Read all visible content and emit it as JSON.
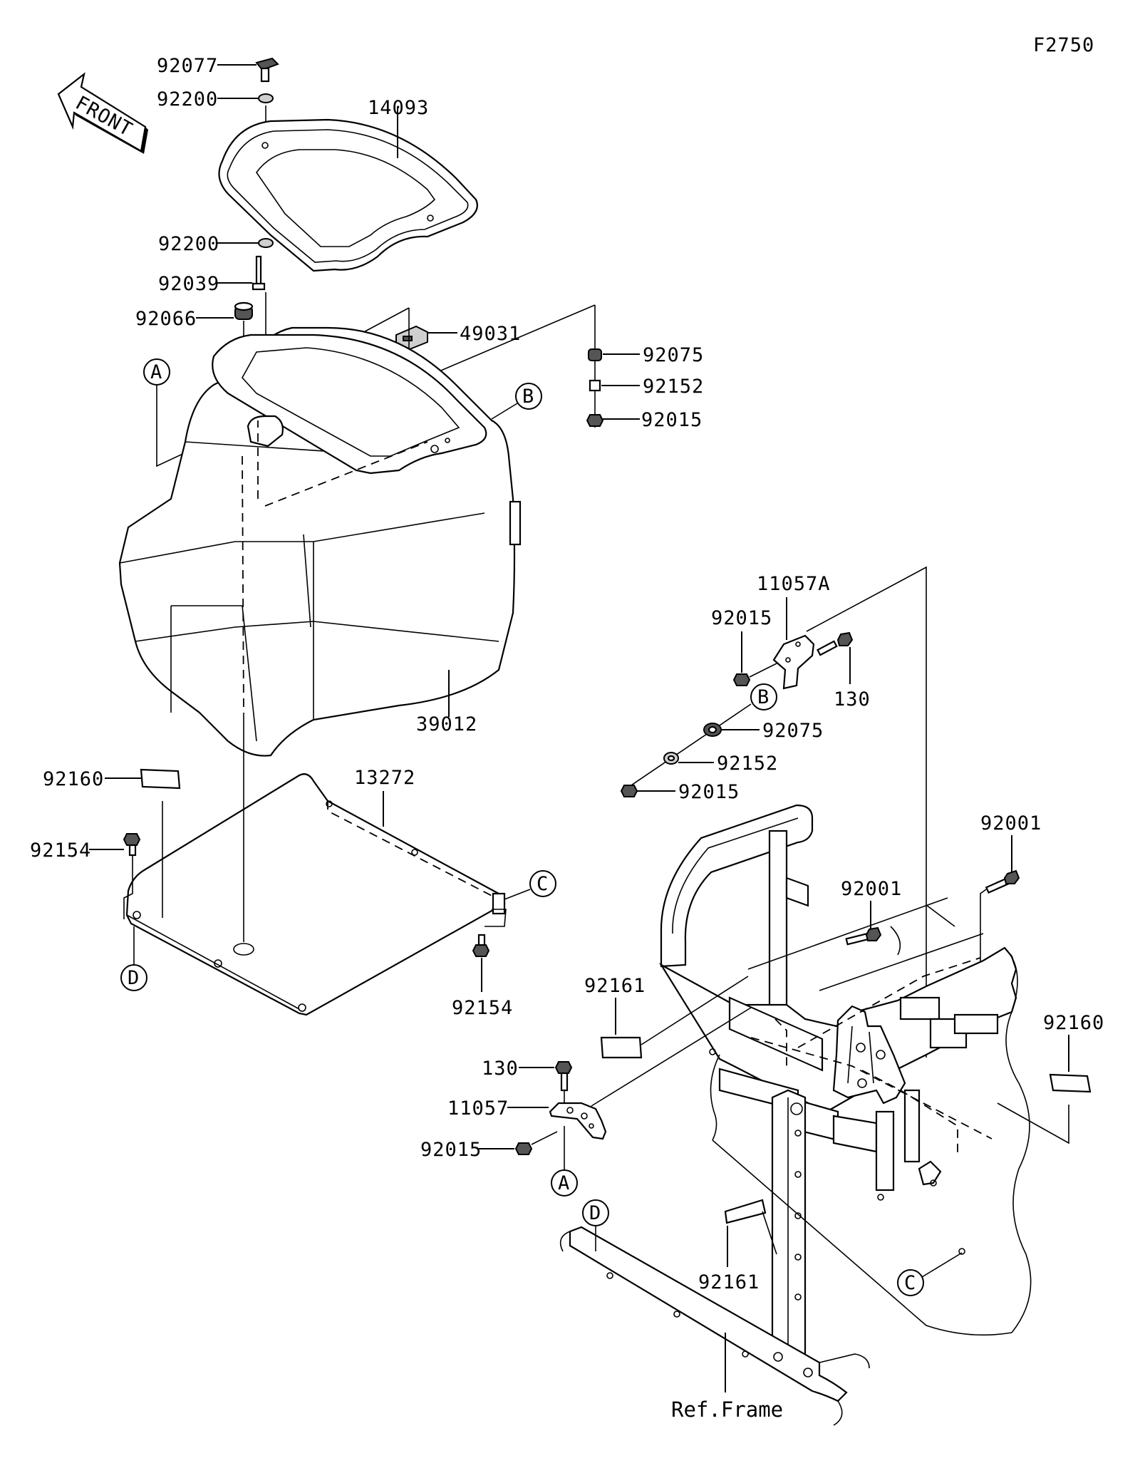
{
  "figure_code": "F2750",
  "front_label": "FRONT",
  "parts": {
    "p92077": "92077",
    "p92200_top": "92200",
    "p14093": "14093",
    "p92200_mid": "92200",
    "p92039": "92039",
    "p92066": "92066",
    "p49031": "49031",
    "p92075_top": "92075",
    "p92152_top": "92152",
    "p92015_top": "92015",
    "p39012": "39012",
    "p92160_left": "92160",
    "p13272": "13272",
    "p92154_left": "92154",
    "p92154_right": "92154",
    "p11057A": "11057A",
    "p92015_b1": "92015",
    "p130_right": "130",
    "p92075_b": "92075",
    "p92152_b": "92152",
    "p92015_b2": "92015",
    "p92001_right": "92001",
    "p92001_mid": "92001",
    "p92161_left": "92161",
    "p92160_right": "92160",
    "p130_left": "130",
    "p11057": "11057",
    "p92015_a": "92015",
    "p92161_bottom": "92161",
    "ref_frame": "Ref.Frame"
  },
  "refs": {
    "A_top": "A",
    "B_top": "B",
    "C_top": "C",
    "D_top": "D",
    "B_bracket": "B",
    "A_bracket": "A",
    "D_frame": "D",
    "C_frame": "C"
  }
}
